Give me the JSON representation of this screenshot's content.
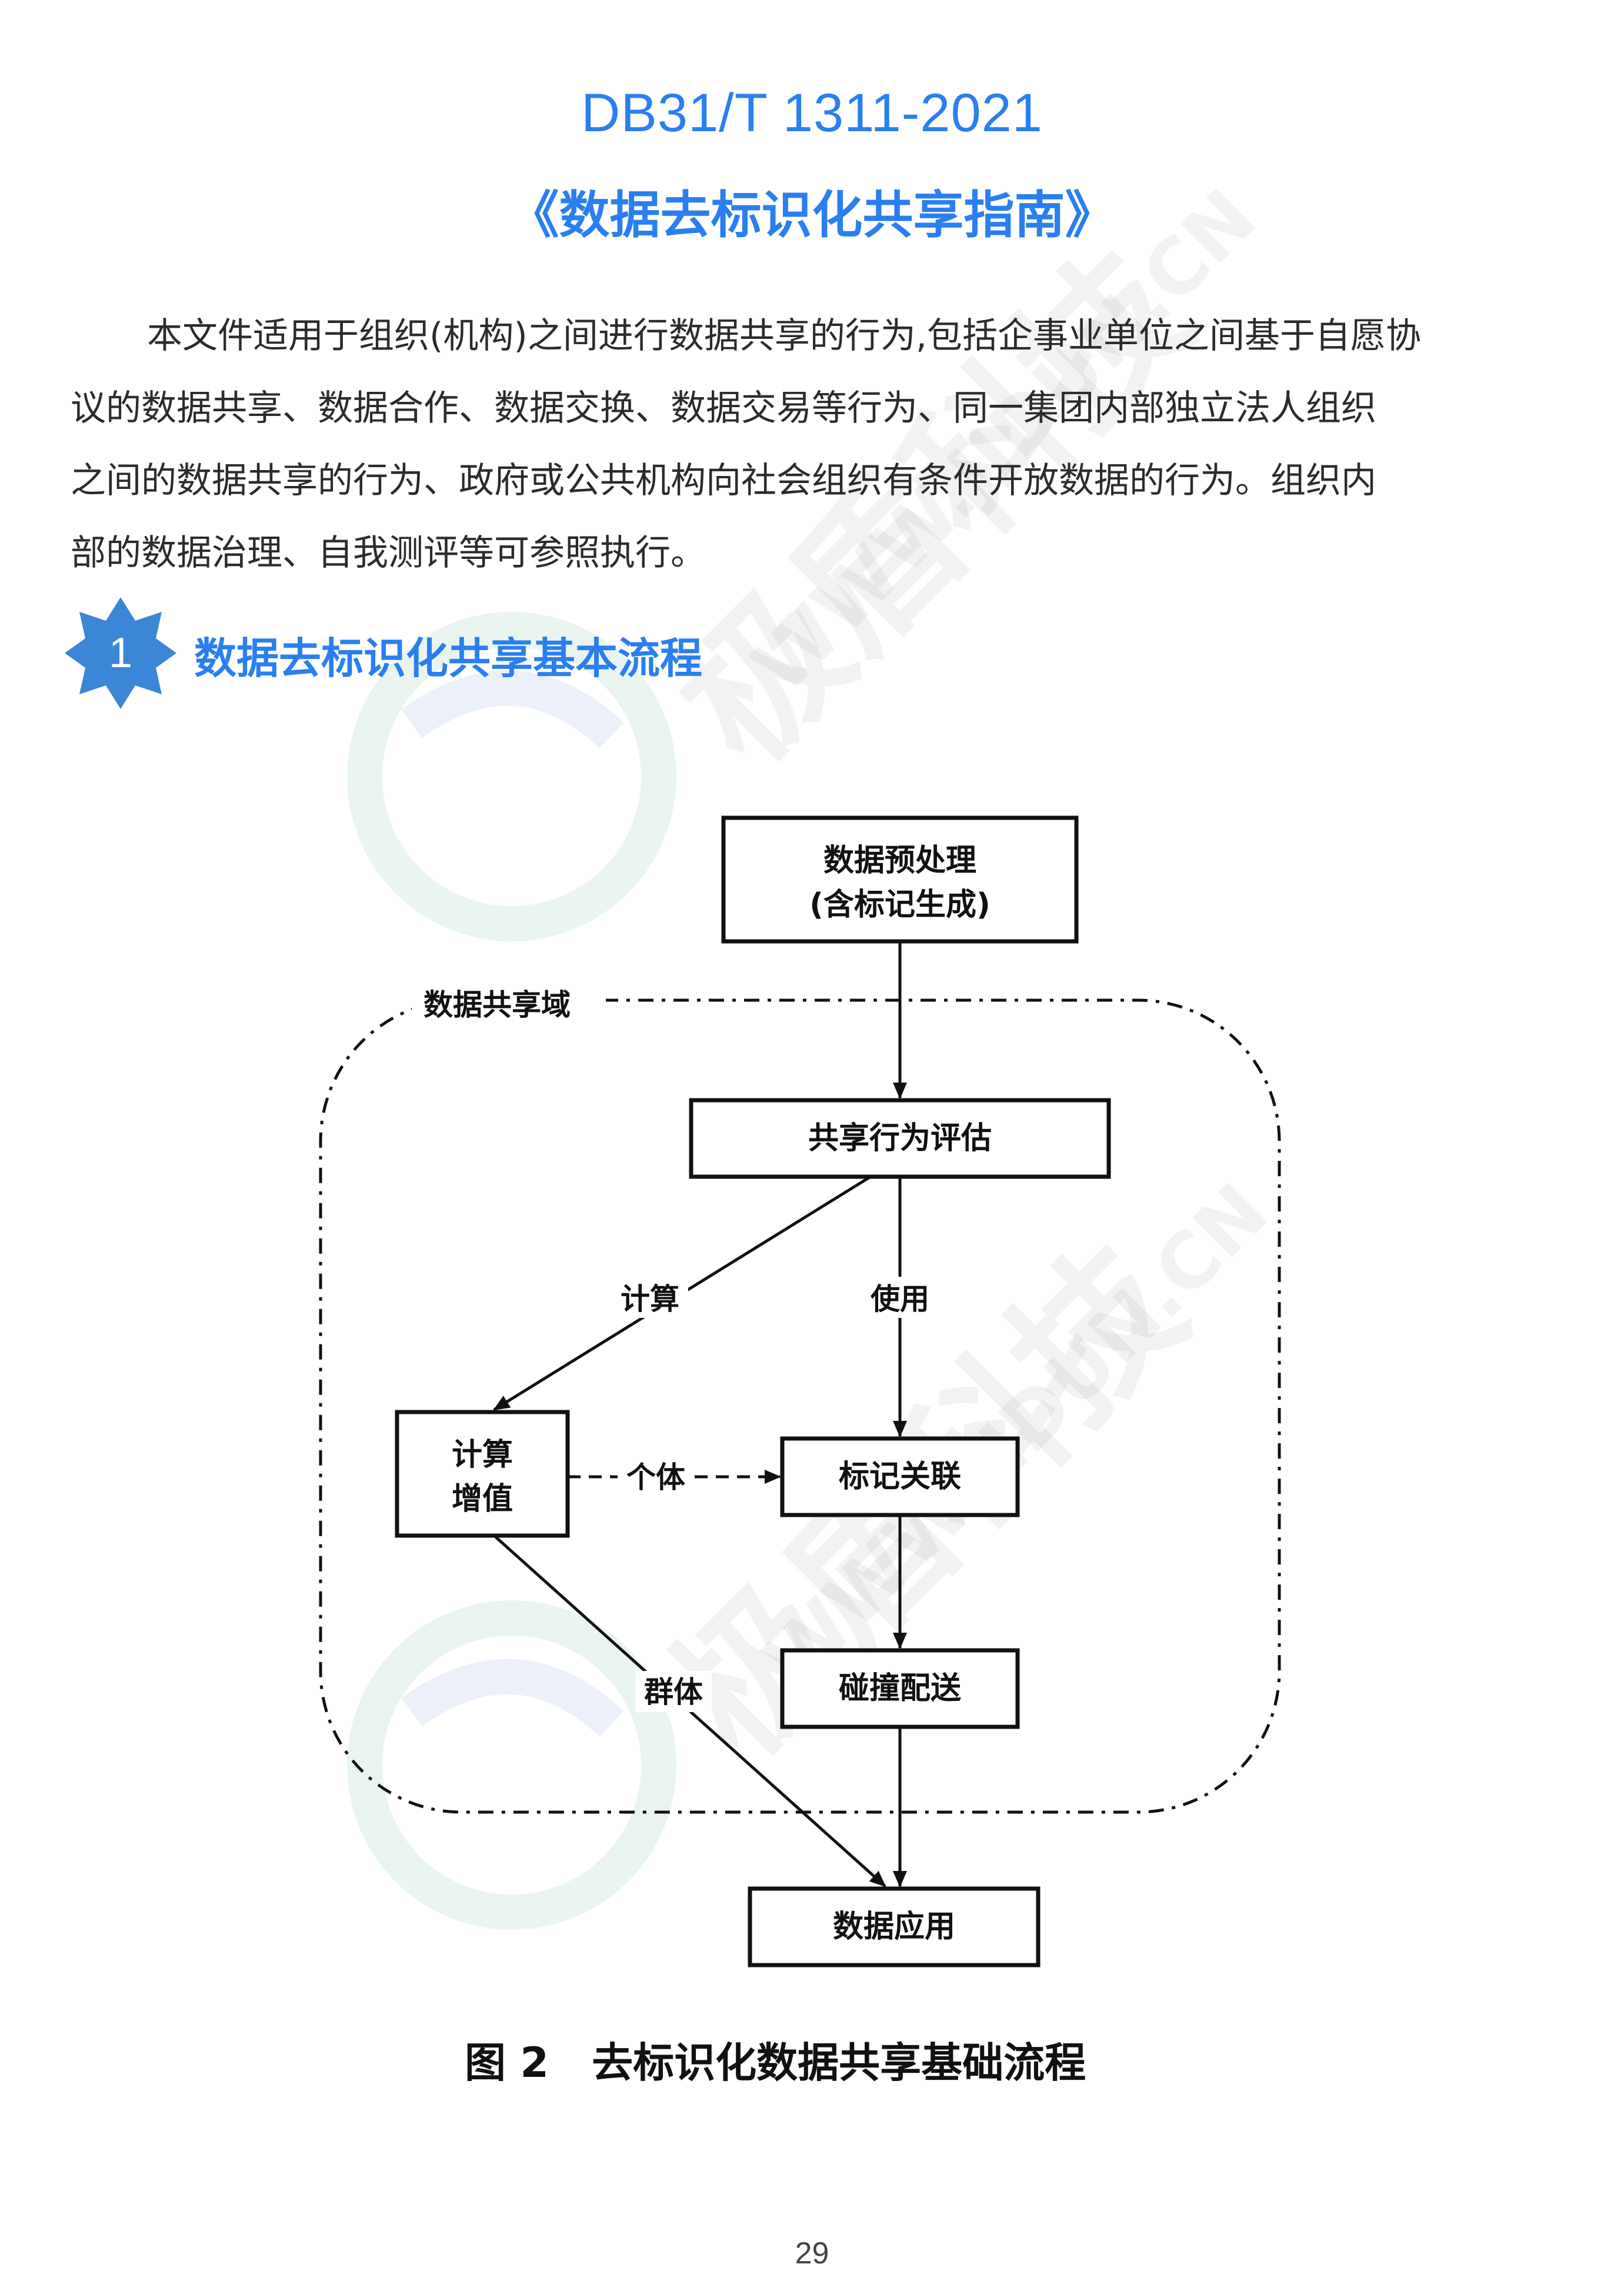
{
  "header": {
    "standard_code": "DB31/T 1311-2021",
    "title": "《数据去标识化共享指南》"
  },
  "intro": {
    "lines": [
      "本文件适用于组织(机构)之间进行数据共享的行为,包括企事业单位之间基于自愿协",
      "议的数据共享、数据合作、数据交换、数据交易等行为、同一集团内部独立法人组织",
      "之间的数据共享的行为、政府或公共机构向社会组织有条件开放数据的行为。组织内",
      "部的数据治理、自我测评等可参照执行。"
    ]
  },
  "section": {
    "number": "1",
    "title": "数据去标识化共享基本流程"
  },
  "diagram": {
    "domain_label": "数据共享域",
    "nodes": {
      "preprocess_line1": "数据预处理",
      "preprocess_line2": "(含标记生成)",
      "assess": "共享行为评估",
      "compute_line1": "计算",
      "compute_line2": "增值",
      "link": "标记关联",
      "match": "碰撞配送",
      "app": "数据应用"
    },
    "edge_labels": {
      "compute": "计算",
      "use": "使用",
      "individual": "个体",
      "group": "群体"
    },
    "caption": "图 2   去标识化数据共享基础流程"
  },
  "footer": {
    "page_number": "29"
  },
  "colors": {
    "accent": "#2a7ff0",
    "badge": "#3b86d6",
    "text": "#2b2b2b"
  }
}
